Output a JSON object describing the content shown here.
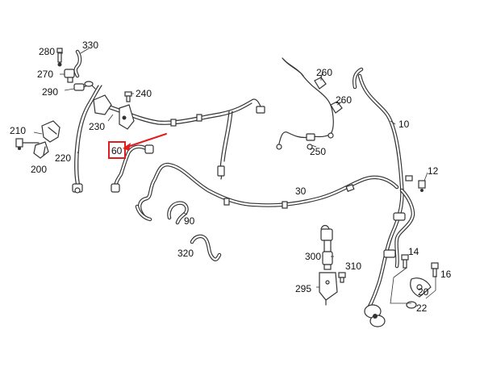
{
  "labels": {
    "l280": "280",
    "l330": "330",
    "l270": "270",
    "l290": "290",
    "l240": "240",
    "l230": "230",
    "l210": "210",
    "l220": "220",
    "l200": "200",
    "l60": "60",
    "l260a": "260",
    "l260b": "260",
    "l250": "250",
    "l10": "10",
    "l12": "12",
    "l30": "30",
    "l90": "90",
    "l320": "320",
    "l300": "300",
    "l310": "310",
    "l295": "295",
    "l14": "14",
    "l16": "16",
    "l20": "20",
    "l22": "22"
  },
  "colors": {
    "highlight": "#e31d1d",
    "line": "#333333"
  },
  "highlighted_part": "60"
}
